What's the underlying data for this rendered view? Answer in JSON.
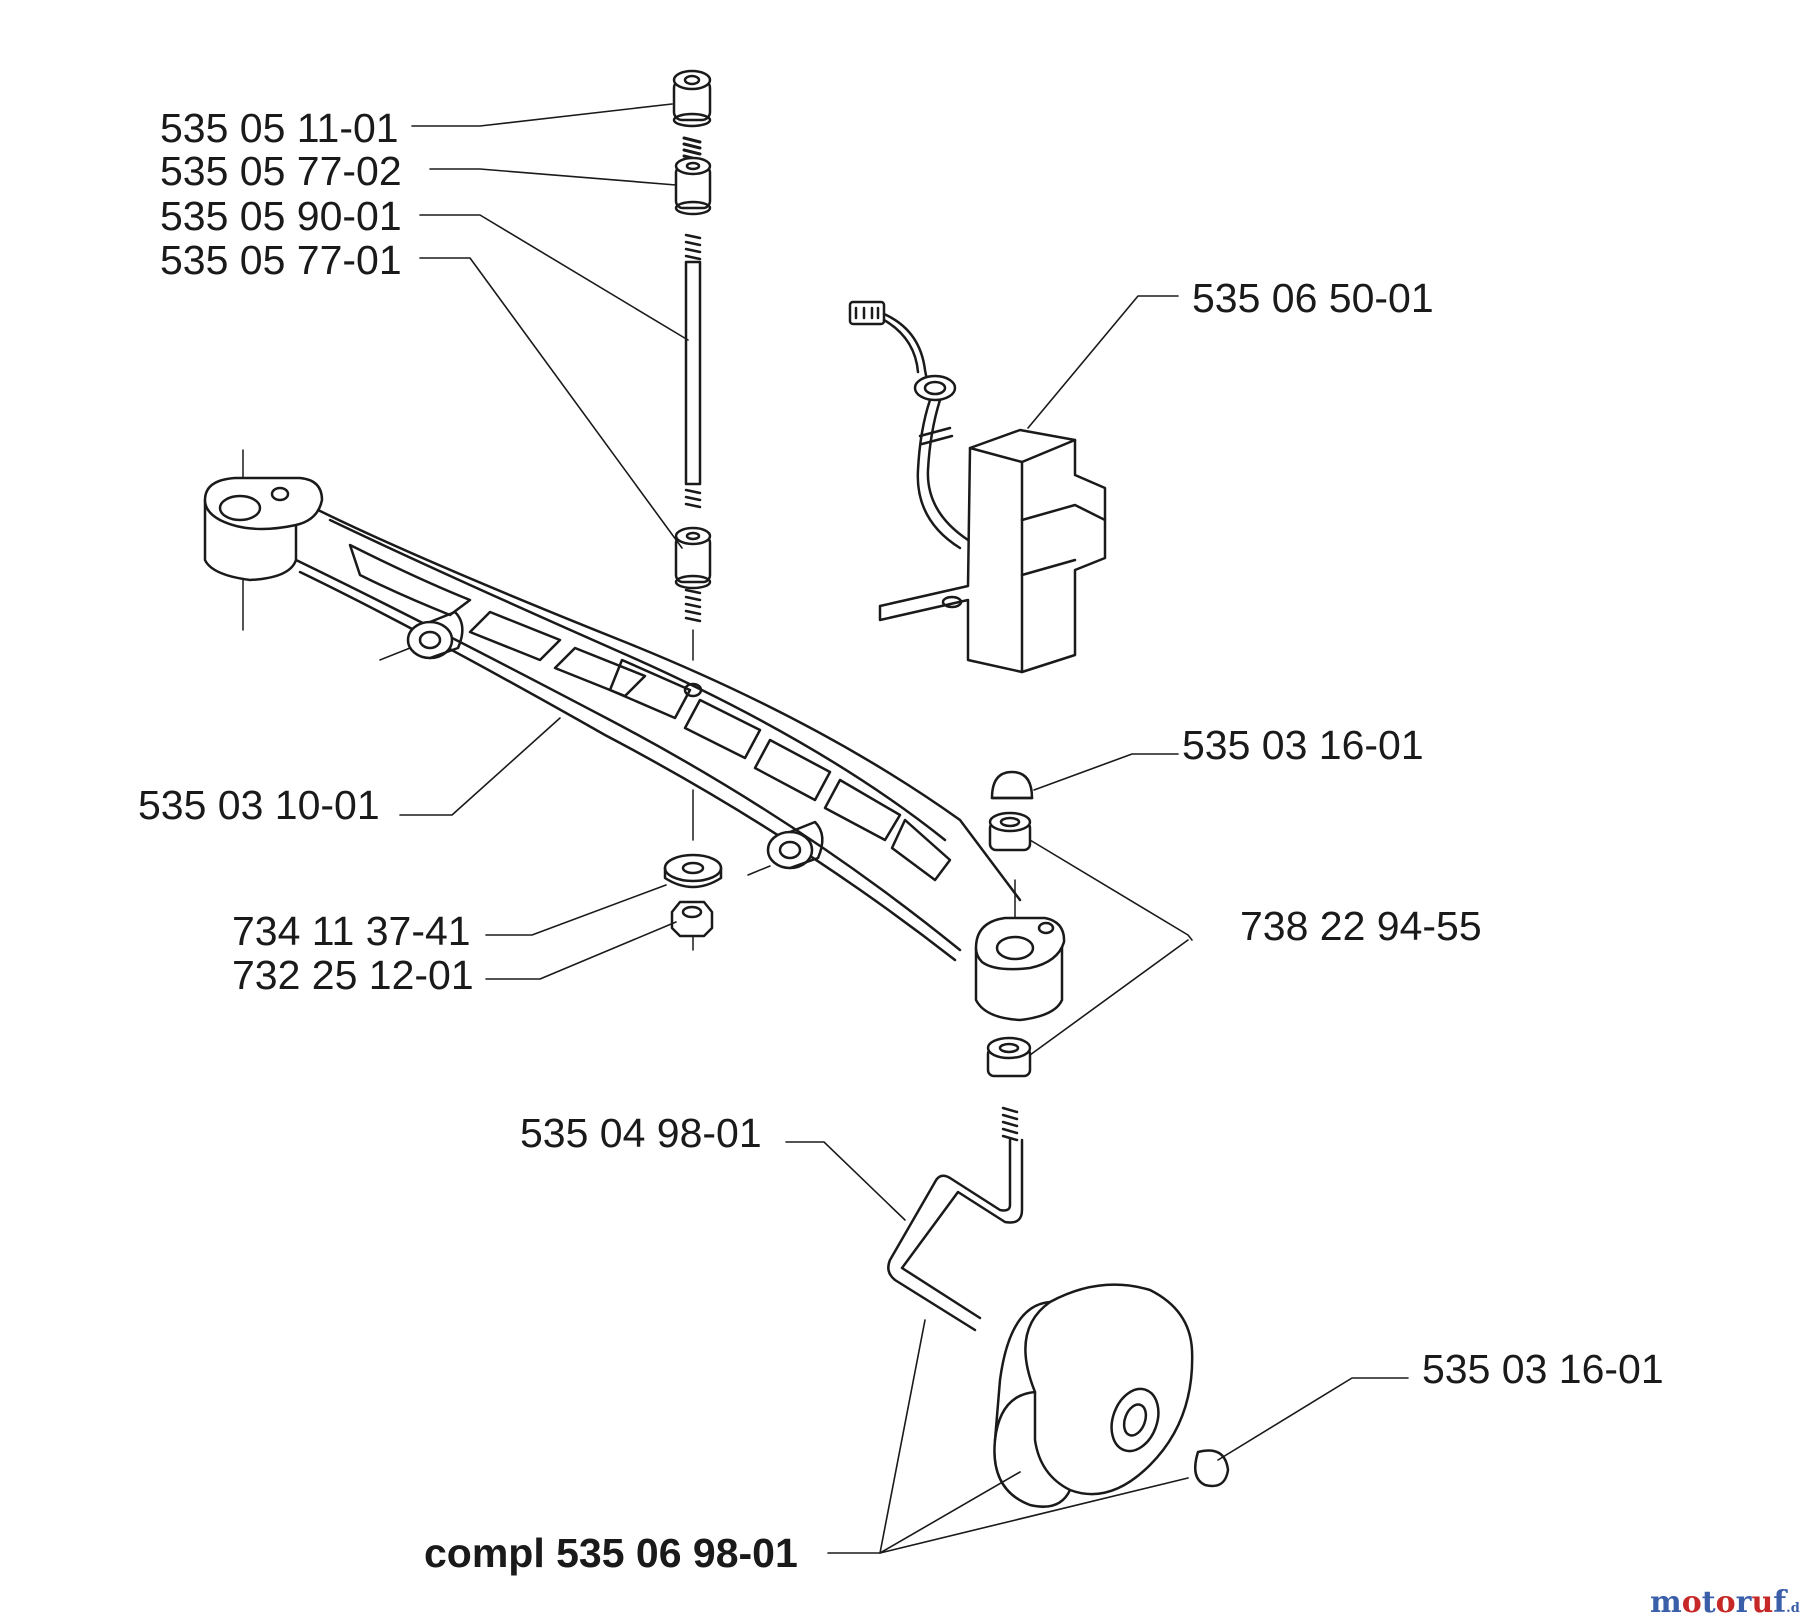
{
  "callouts": {
    "part_1": "535 05 11-01",
    "part_2": "535 05 77-02",
    "part_3": "535 05 90-01",
    "part_4": "535 05 77-01",
    "part_5": "535 06 50-01",
    "part_6": "535 03 16-01",
    "part_7": "535 03 10-01",
    "part_8": "738 22 94-55",
    "part_9": "734 11 37-41",
    "part_10": "732 25 12-01",
    "part_11": "535 04 98-01",
    "part_12": "535 03 16-01",
    "part_13": "compl 535 06 98-01"
  },
  "watermark": {
    "logo_main": "motoruf",
    "logo_suffix": ".de",
    "color_blue": "#3a5fa8",
    "color_red": "#c62828"
  },
  "colors": {
    "line": "#1a1a1a",
    "background": "#ffffff"
  }
}
